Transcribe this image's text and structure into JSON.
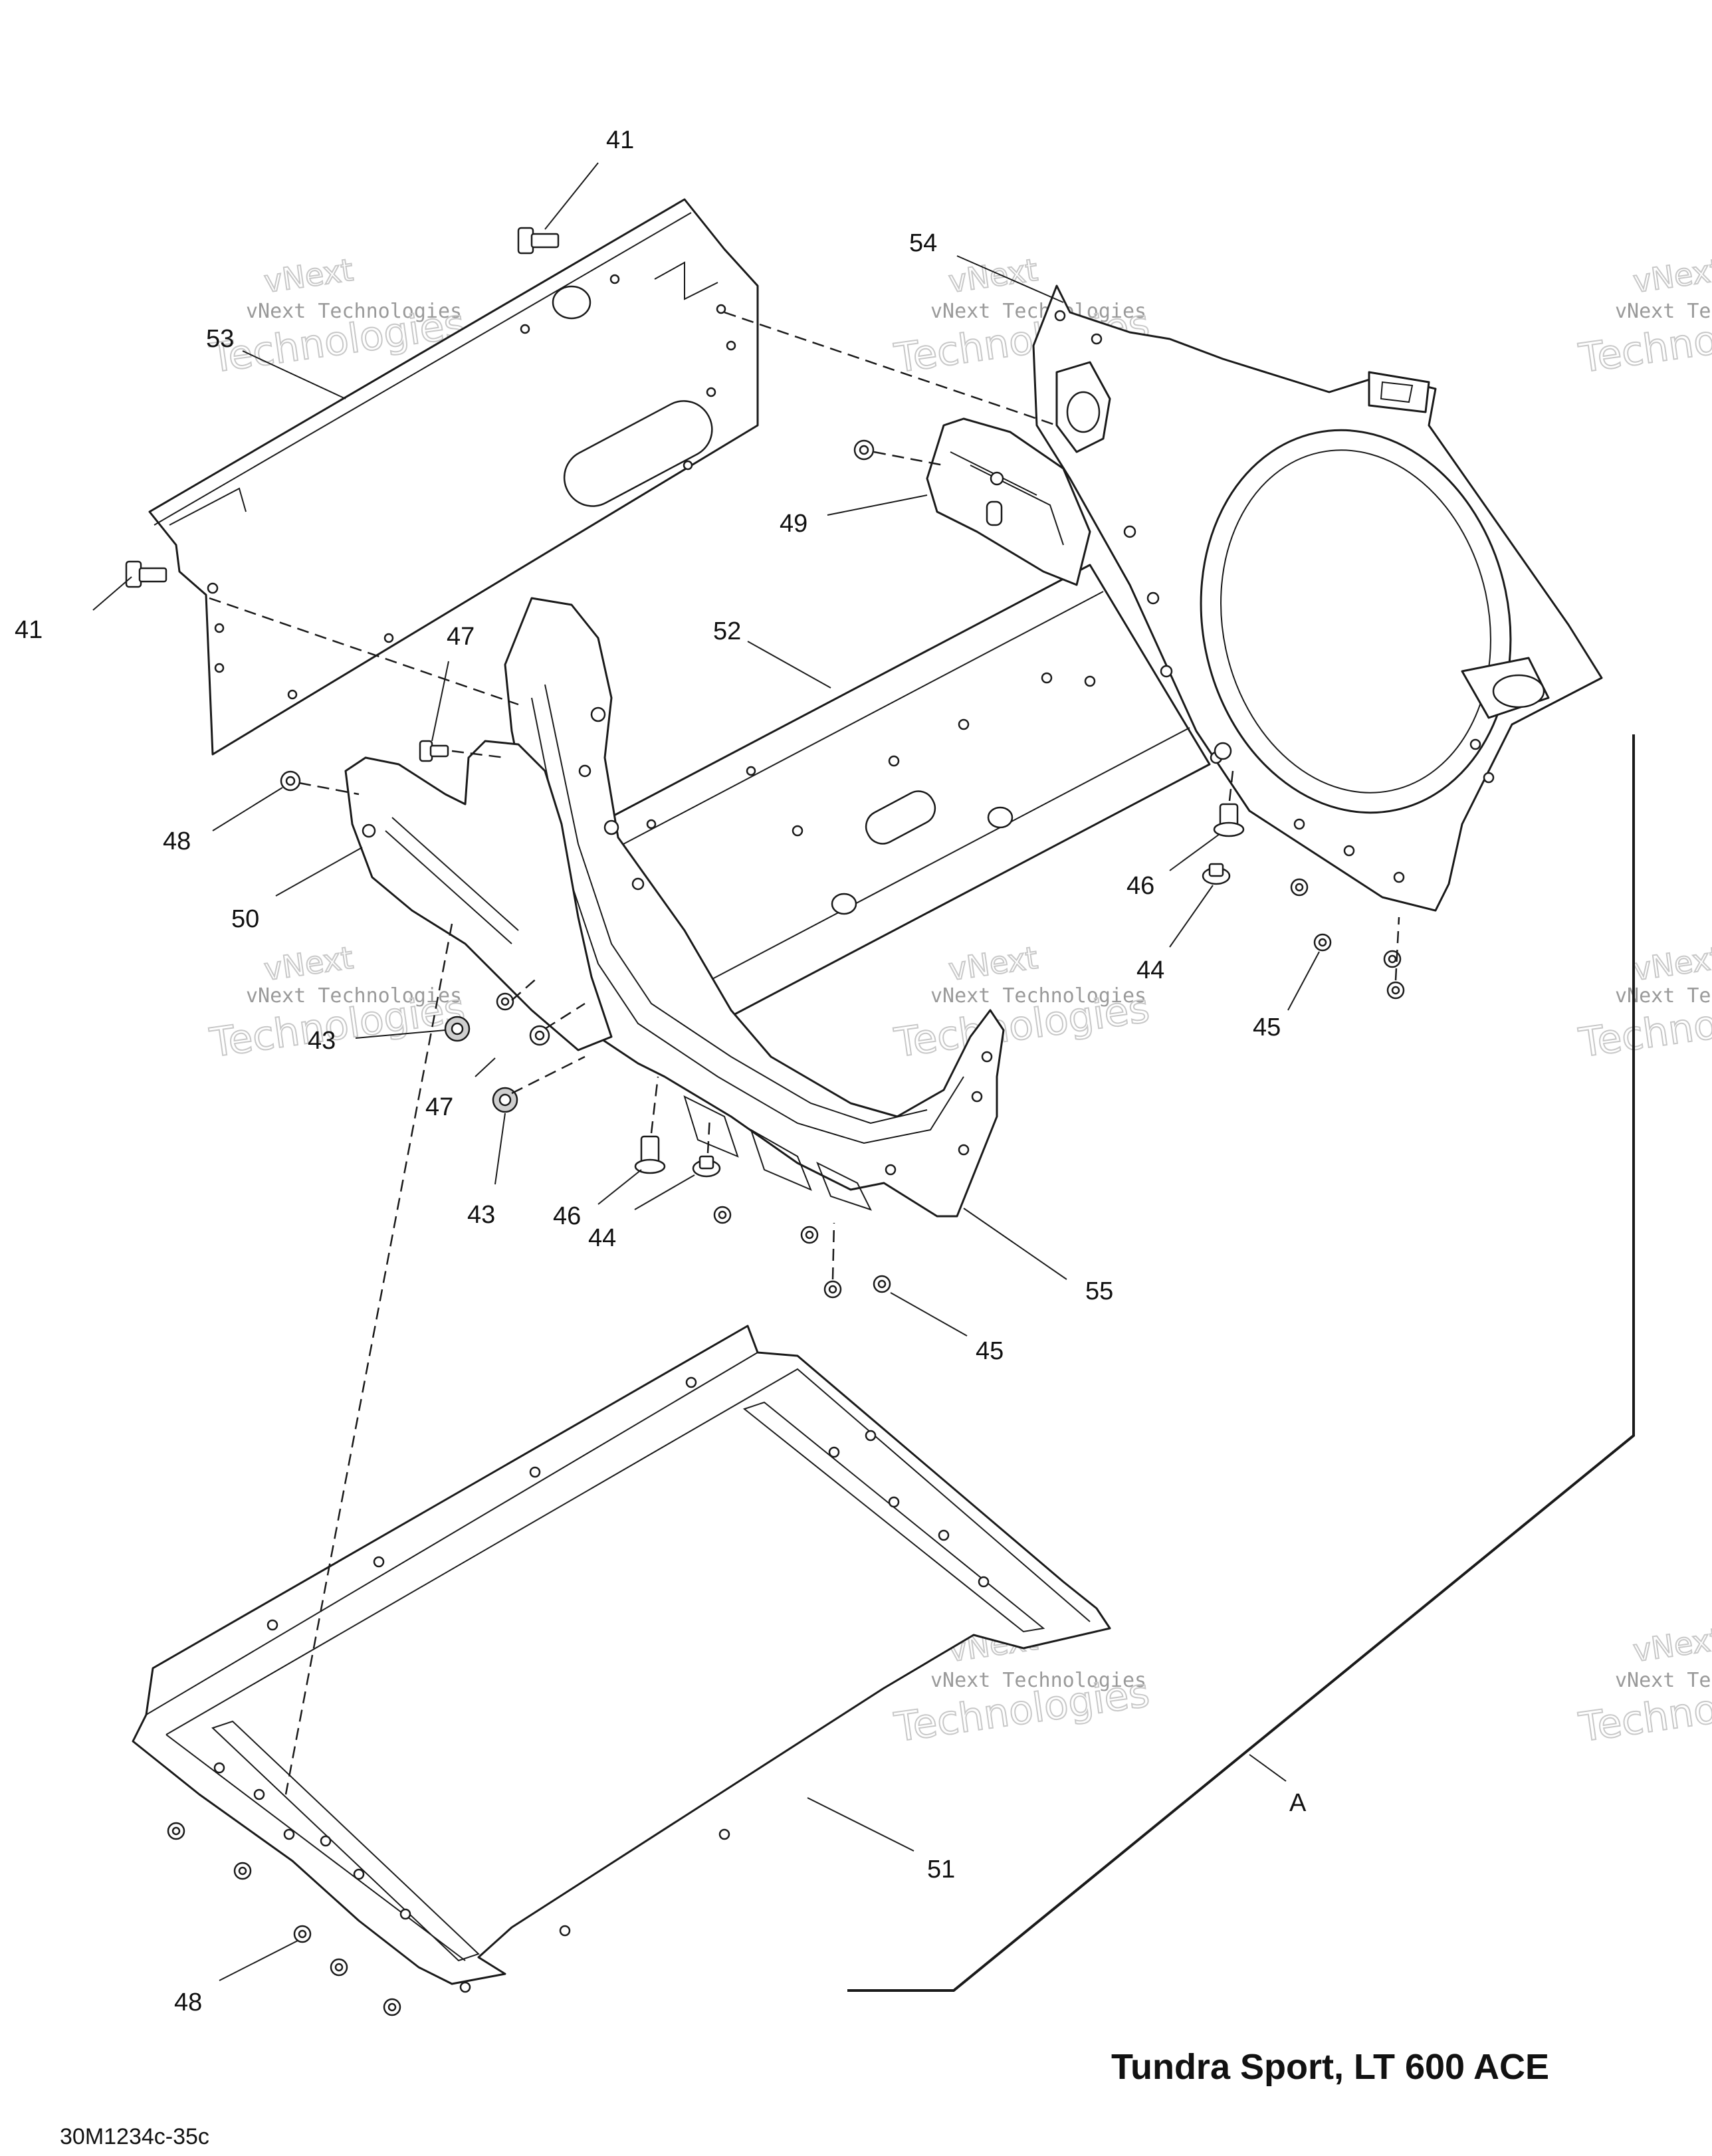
{
  "title": "Tundra Sport, LT 600 ACE",
  "figure_code": "30M1234c-35c",
  "watermark": {
    "line1": "vNext Technologies",
    "line2": "Technologies",
    "line3": "vNext"
  },
  "view_marker": "A",
  "callouts": [
    {
      "id": "c41a",
      "label": "41"
    },
    {
      "id": "c41b",
      "label": "41"
    },
    {
      "id": "c53",
      "label": "53"
    },
    {
      "id": "c54",
      "label": "54"
    },
    {
      "id": "c49",
      "label": "49"
    },
    {
      "id": "c52",
      "label": "52"
    },
    {
      "id": "c47a",
      "label": "47"
    },
    {
      "id": "c48a",
      "label": "48"
    },
    {
      "id": "c50",
      "label": "50"
    },
    {
      "id": "c46a",
      "label": "46"
    },
    {
      "id": "c44a",
      "label": "44"
    },
    {
      "id": "c45a",
      "label": "45"
    },
    {
      "id": "c43a",
      "label": "43"
    },
    {
      "id": "c47b",
      "label": "47"
    },
    {
      "id": "c43b",
      "label": "43"
    },
    {
      "id": "c46b",
      "label": "46"
    },
    {
      "id": "c44b",
      "label": "44"
    },
    {
      "id": "c55",
      "label": "55"
    },
    {
      "id": "c45b",
      "label": "45"
    },
    {
      "id": "c51",
      "label": "51"
    },
    {
      "id": "c48b",
      "label": "48"
    }
  ]
}
